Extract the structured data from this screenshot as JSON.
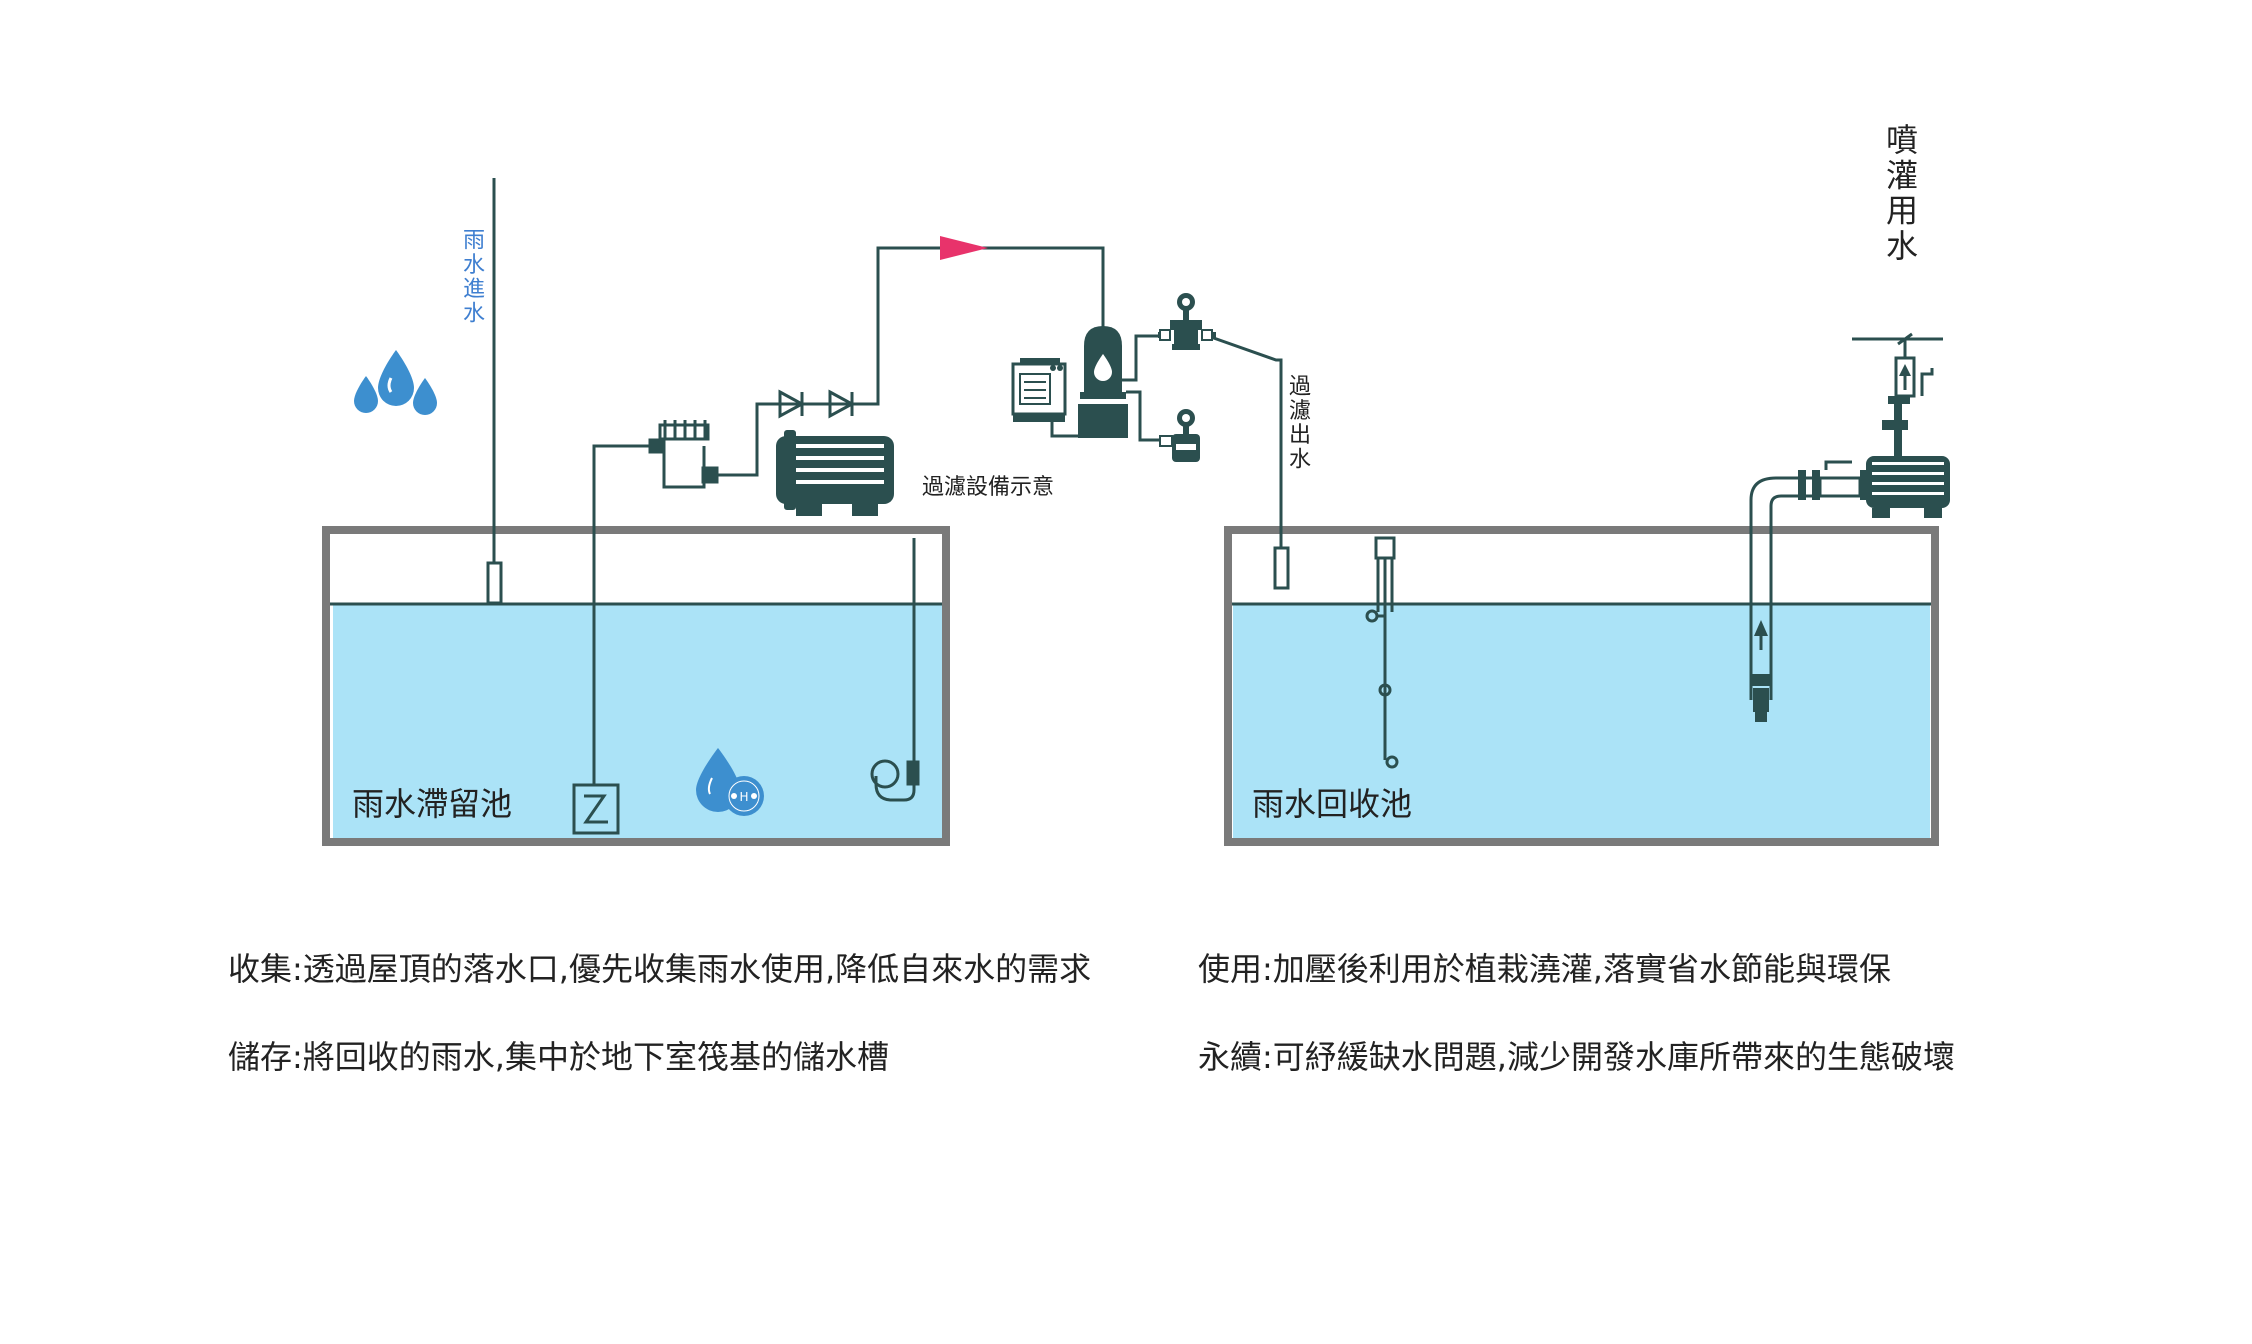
{
  "labels": {
    "rain_inlet": "雨水進水",
    "filter_equipment": "過濾設備示意",
    "filter_outlet": "過濾出水",
    "irrigation_water": "噴灌用水",
    "detention_tank": "雨水滯留池",
    "recycle_tank": "雨水回收池",
    "h_symbol": "H"
  },
  "captions": {
    "collect": "收集:透過屋頂的落水口,優先收集雨水使用,降低自來水的需求",
    "store": "儲存:將回收的雨水,集中於地下室筏基的儲水槽",
    "use": "使用:加壓後利用於植栽澆灌,落實省水節能與環保",
    "sustain": "永續:可紓緩缺水問題,減少開發水庫所帶來的生態破壞"
  },
  "colors": {
    "pipe": "#2b4f4f",
    "tank_wall": "#7a7a7a",
    "water": "#abe3f7",
    "droplet": "#3d8fcf",
    "inlet_text": "#3f7fd0",
    "flow_arrow": "#e8336b",
    "text": "#222222"
  },
  "icons": [
    "rain-drops-icon",
    "float-switch-icon",
    "h2o-icon",
    "level-sensor-icon",
    "control-panel-icon",
    "filter-icon",
    "pressure-gauge-icon",
    "pump-icon",
    "submersible-pump-icon",
    "check-valve-icon"
  ]
}
